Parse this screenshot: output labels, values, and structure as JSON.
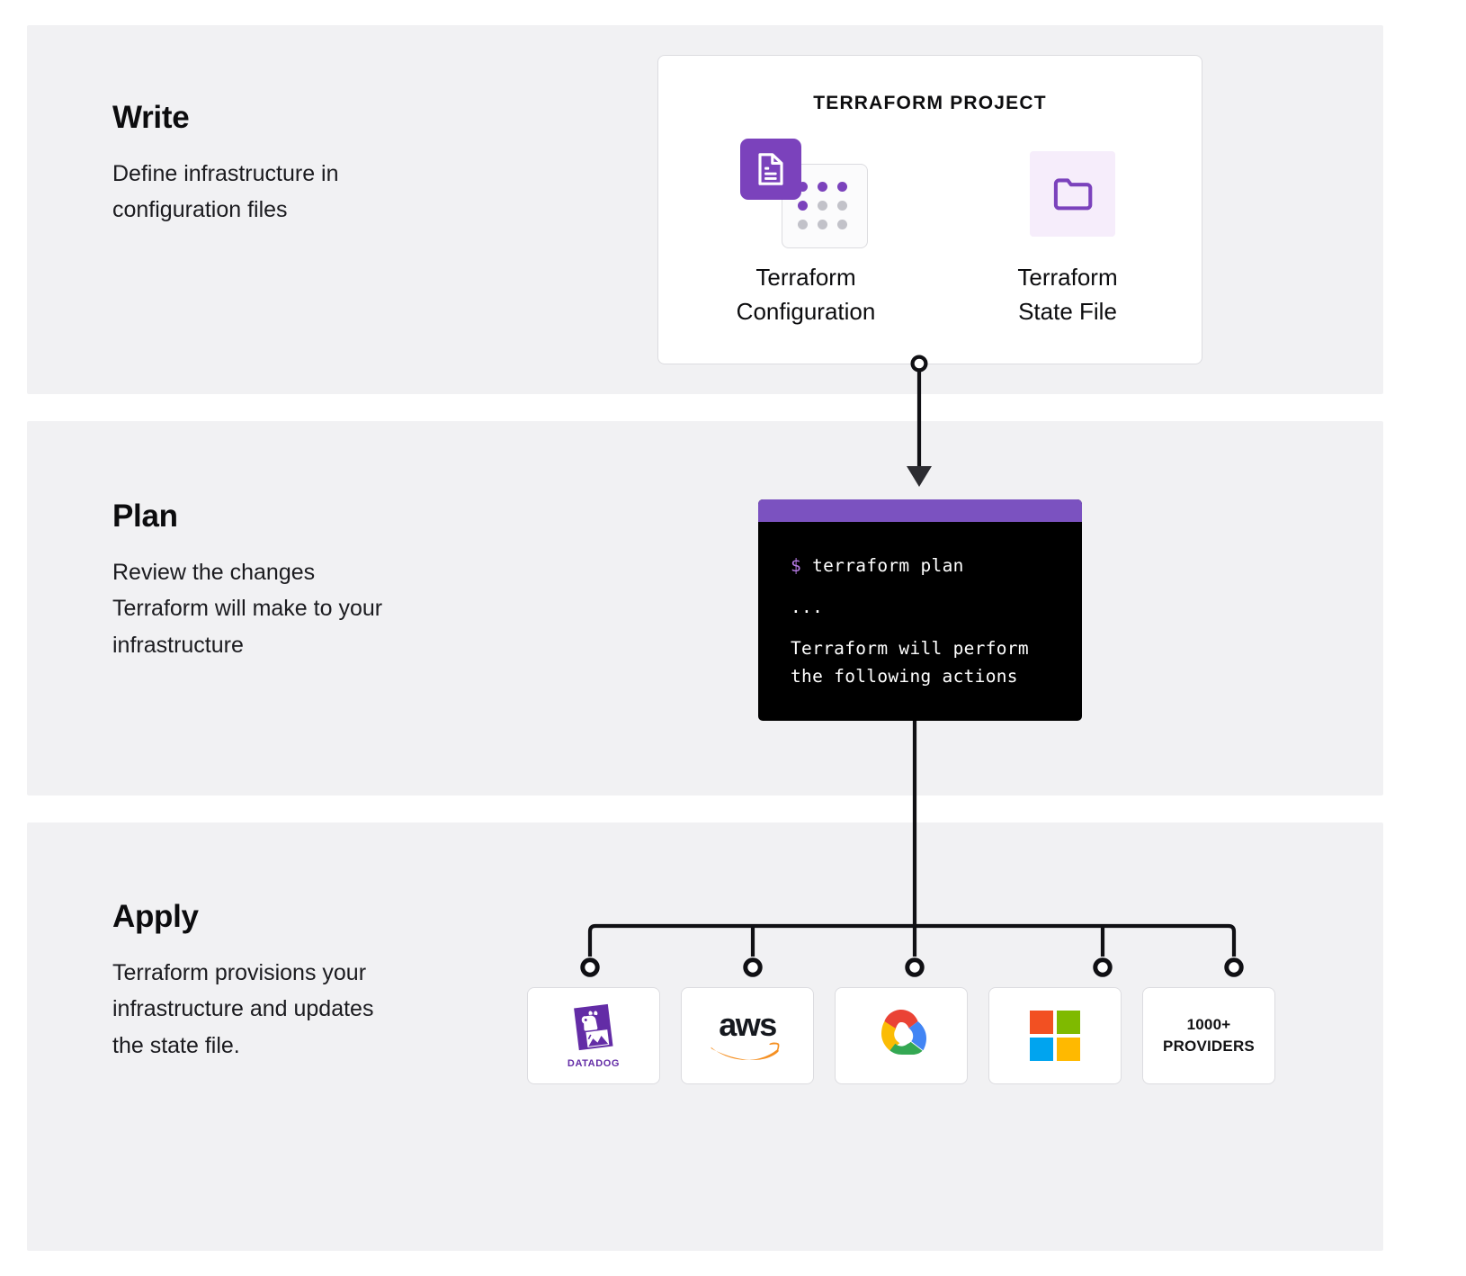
{
  "steps": [
    {
      "id": "write",
      "title": "Write",
      "description": "Define infrastructure in configuration files"
    },
    {
      "id": "plan",
      "title": "Plan",
      "description": "Review the changes Terraform will make to your infrastructure"
    },
    {
      "id": "apply",
      "title": "Apply",
      "description": "Terraform provisions your infrastructure and updates the state file."
    }
  ],
  "project_card": {
    "title": "TERRAFORM PROJECT",
    "assets": [
      {
        "id": "configuration",
        "label": "Terraform\nConfiguration",
        "icon": "document-icon"
      },
      {
        "id": "state-file",
        "label": "Terraform\nState File",
        "icon": "folder-icon"
      }
    ]
  },
  "terminal": {
    "prompt": "$",
    "command": "terraform plan",
    "ellipsis": "...",
    "output_line_1": "Terraform will perform",
    "output_line_2": "the following actions"
  },
  "providers": [
    {
      "id": "datadog",
      "name": "DATADOG",
      "logo": "datadog-logo"
    },
    {
      "id": "aws",
      "name": "aws",
      "logo": "aws-logo"
    },
    {
      "id": "google",
      "name": "Google Cloud",
      "logo": "google-cloud-logo"
    },
    {
      "id": "microsoft",
      "name": "Microsoft",
      "logo": "microsoft-logo"
    },
    {
      "id": "more",
      "name": "1000+ PROVIDERS",
      "line1": "1000+",
      "line2": "PROVIDERS"
    }
  ],
  "colors": {
    "band_bg": "#f1f1f3",
    "purple": "#7b42bc",
    "purple_bar": "#7b52c0",
    "purple_light": "#f6edfb",
    "terminal_bg": "#000000",
    "terminal_prompt": "#b87ce8",
    "connector": "#101014",
    "card_border": "#dcdce0",
    "dot_off": "#c2c2c9"
  }
}
